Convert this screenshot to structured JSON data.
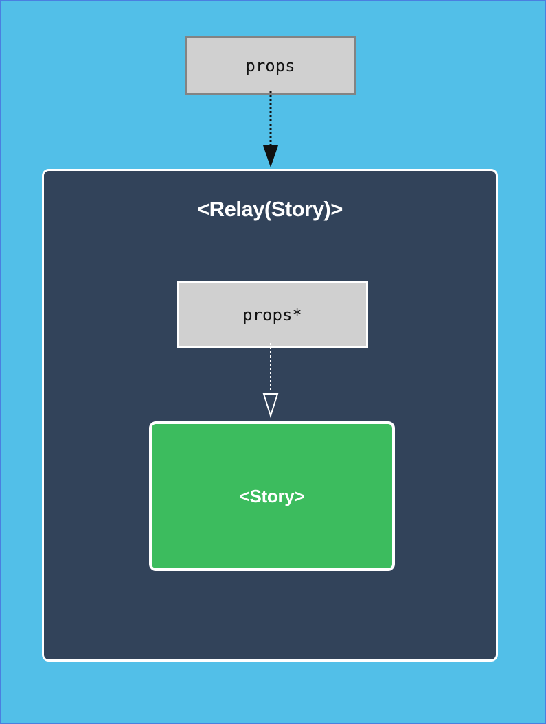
{
  "diagram": {
    "title": "Relay Story props flow diagram",
    "background_color": "#52bfe8",
    "border_color": "#4a7fe0",
    "nodes": {
      "outer_props": {
        "label": "props",
        "fill": "#d0d0d0",
        "stroke": "#838383",
        "shape": "rectangle"
      },
      "relay_container": {
        "label": "<Relay(Story)>",
        "fill": "#32435a",
        "stroke": "#ffffff",
        "shape": "rounded-rectangle"
      },
      "inner_props": {
        "label": "props*",
        "fill": "#d0d0d0",
        "stroke": "#ffffff",
        "shape": "rectangle"
      },
      "story": {
        "label": "<Story>",
        "fill": "#3cbc5e",
        "stroke": "#ffffff",
        "shape": "rounded-rectangle"
      }
    },
    "edges": [
      {
        "name": "props-to-relay",
        "from": "outer_props",
        "to": "relay_container",
        "color": "#111111",
        "style": "dotted",
        "arrowhead": "filled"
      },
      {
        "name": "props-star-to-story",
        "from": "inner_props",
        "to": "story",
        "color": "#ffffff",
        "style": "dotted",
        "arrowhead": "outlined"
      }
    ]
  }
}
